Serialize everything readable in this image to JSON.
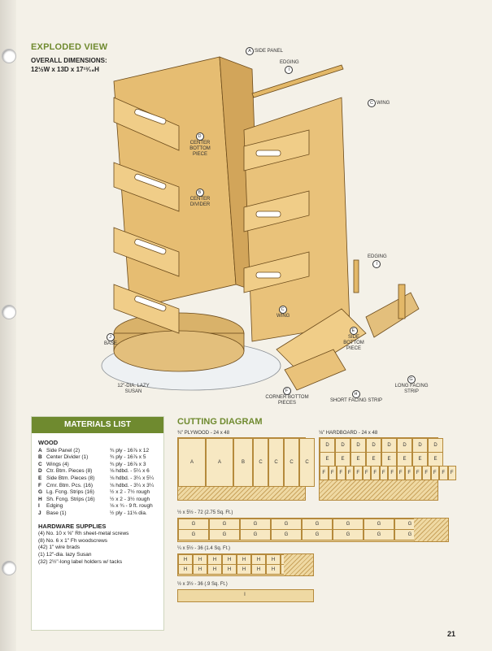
{
  "exploded": {
    "title": "EXPLODED VIEW",
    "dims_label": "OVERALL DIMENSIONS:",
    "dims_value": "12½W x 13D x 17¹³⁄₁₆H"
  },
  "callouts": {
    "side_panel": {
      "letter": "A",
      "text": "SIDE PANEL"
    },
    "edging_top": {
      "letter": "I",
      "text": "EDGING"
    },
    "wing_top": {
      "letter": "C",
      "text": "WING"
    },
    "center_bottom": {
      "letter": "D",
      "text": "CENTER BOTTOM PIECE"
    },
    "center_divider": {
      "letter": "B",
      "text": "CENTER DIVIDER"
    },
    "edging_right": {
      "letter": "I",
      "text": "EDGING"
    },
    "wing_bottom": {
      "letter": "C",
      "text": "WING"
    },
    "side_bottom": {
      "letter": "E",
      "text": "SIDE BOTTOM PIECE"
    },
    "base": {
      "letter": "J",
      "text": "BASE"
    },
    "lazy_susan": {
      "text": "12\"-DIA. LAZY SUSAN"
    },
    "corner_bottom": {
      "letter": "F",
      "text": "CORNER BOTTOM PIECES"
    },
    "short_facing": {
      "letter": "H",
      "text": "SHORT FACING STRIP"
    },
    "long_facing": {
      "letter": "G",
      "text": "LONG FACING STRIP"
    }
  },
  "materials": {
    "title": "MATERIALS LIST",
    "wood_heading": "WOOD",
    "wood": [
      {
        "key": "A",
        "name": "Side Panel (2)",
        "size": "¾ ply - 16⅞ x 12"
      },
      {
        "key": "B",
        "name": "Center Divider (1)",
        "size": "¾ ply - 16⅞ x 5"
      },
      {
        "key": "C",
        "name": "Wings (4)",
        "size": "¾ ply - 16⅞ x 3"
      },
      {
        "key": "D",
        "name": "Ctr. Btm. Pieces (8)",
        "size": "⅛ hdbd. - 5¼ x 6"
      },
      {
        "key": "E",
        "name": "Side Btm. Pieces (8)",
        "size": "⅛ hdbd. - 3¼ x 5¼"
      },
      {
        "key": "F",
        "name": "Crnr. Btm. Pcs. (16)",
        "size": "⅛ hdbd. - 3¼ x 3¼"
      },
      {
        "key": "G",
        "name": "Lg. Fcng. Strips (16)",
        "size": "½ x 2 - 7½ rough"
      },
      {
        "key": "H",
        "name": "Sh. Fcng. Strips (16)",
        "size": "½ x 2 - 3½ rough"
      },
      {
        "key": "I",
        "name": "Edging",
        "size": "⅛ x ¾ - 9 ft. rough"
      },
      {
        "key": "J",
        "name": "Base (1)",
        "size": "½ ply - 11⅛ dia."
      }
    ],
    "hardware_heading": "HARDWARE SUPPLIES",
    "hardware": [
      "(4) No. 10 x ⅝\" Rh sheet-metal screws",
      "(8) No. 6 x 1\" Fh woodscrews",
      "(42) 1\" wire brads",
      "(1) 12\"-dia. lazy Susan",
      "(32) 2½\"-long label holders w/ tacks"
    ]
  },
  "cutting": {
    "title": "CUTTING DIAGRAM",
    "plywood_label": "¾\" PLYWOOD - 24 x 48",
    "hardboard_label": "⅛\" HARDBOARD - 24 x 48",
    "board3_label": "½ x 5½ - 72 (2.75 Sq. Ft.)",
    "board4_label": "¼ x 5½ - 36 (1.4 Sq. Ft.)",
    "board5_label": "½ x 3½ - 36 (.9 Sq. Ft.)",
    "ply_pieces": [
      "A",
      "A",
      "B",
      "C",
      "C",
      "C",
      "C"
    ],
    "hb_row1": [
      "D",
      "D",
      "D",
      "D",
      "D",
      "D",
      "D",
      "D"
    ],
    "hb_row2": [
      "E",
      "E",
      "E",
      "E",
      "E",
      "E",
      "E",
      "E"
    ],
    "hb_row3": [
      "F",
      "F",
      "F",
      "F",
      "F",
      "F",
      "F",
      "F",
      "F",
      "F",
      "F",
      "F",
      "F",
      "F",
      "F",
      "F"
    ],
    "g_row": [
      "G",
      "G",
      "G",
      "G",
      "G",
      "G",
      "G",
      "G"
    ],
    "h_row": [
      "H",
      "H",
      "H",
      "H",
      "H",
      "H",
      "H",
      "H"
    ],
    "j_piece": "I"
  },
  "page_number": "21"
}
